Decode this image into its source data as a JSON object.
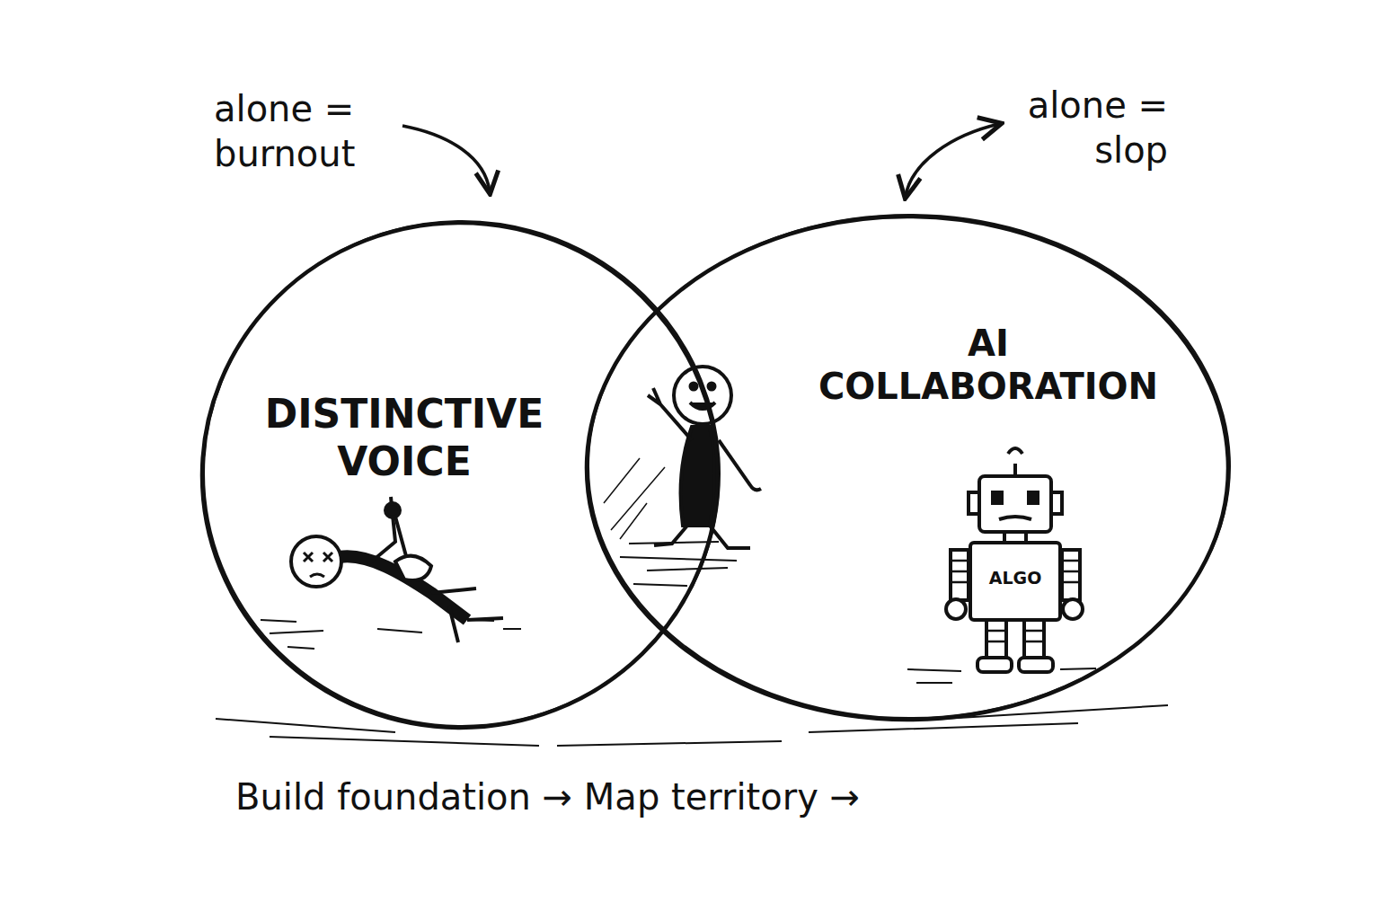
{
  "diagram": {
    "nodes": [
      {
        "text": [
          "DISTINCTIVE VOICE"
        ]
      },
      {
        "text": [
          "AI COLLABORATION"
        ]
      }
    ],
    "labels": [
      "alone = burnout",
      "alone = slop",
      "ALGO",
      "Build foundation → Map territory →"
    ]
  }
}
